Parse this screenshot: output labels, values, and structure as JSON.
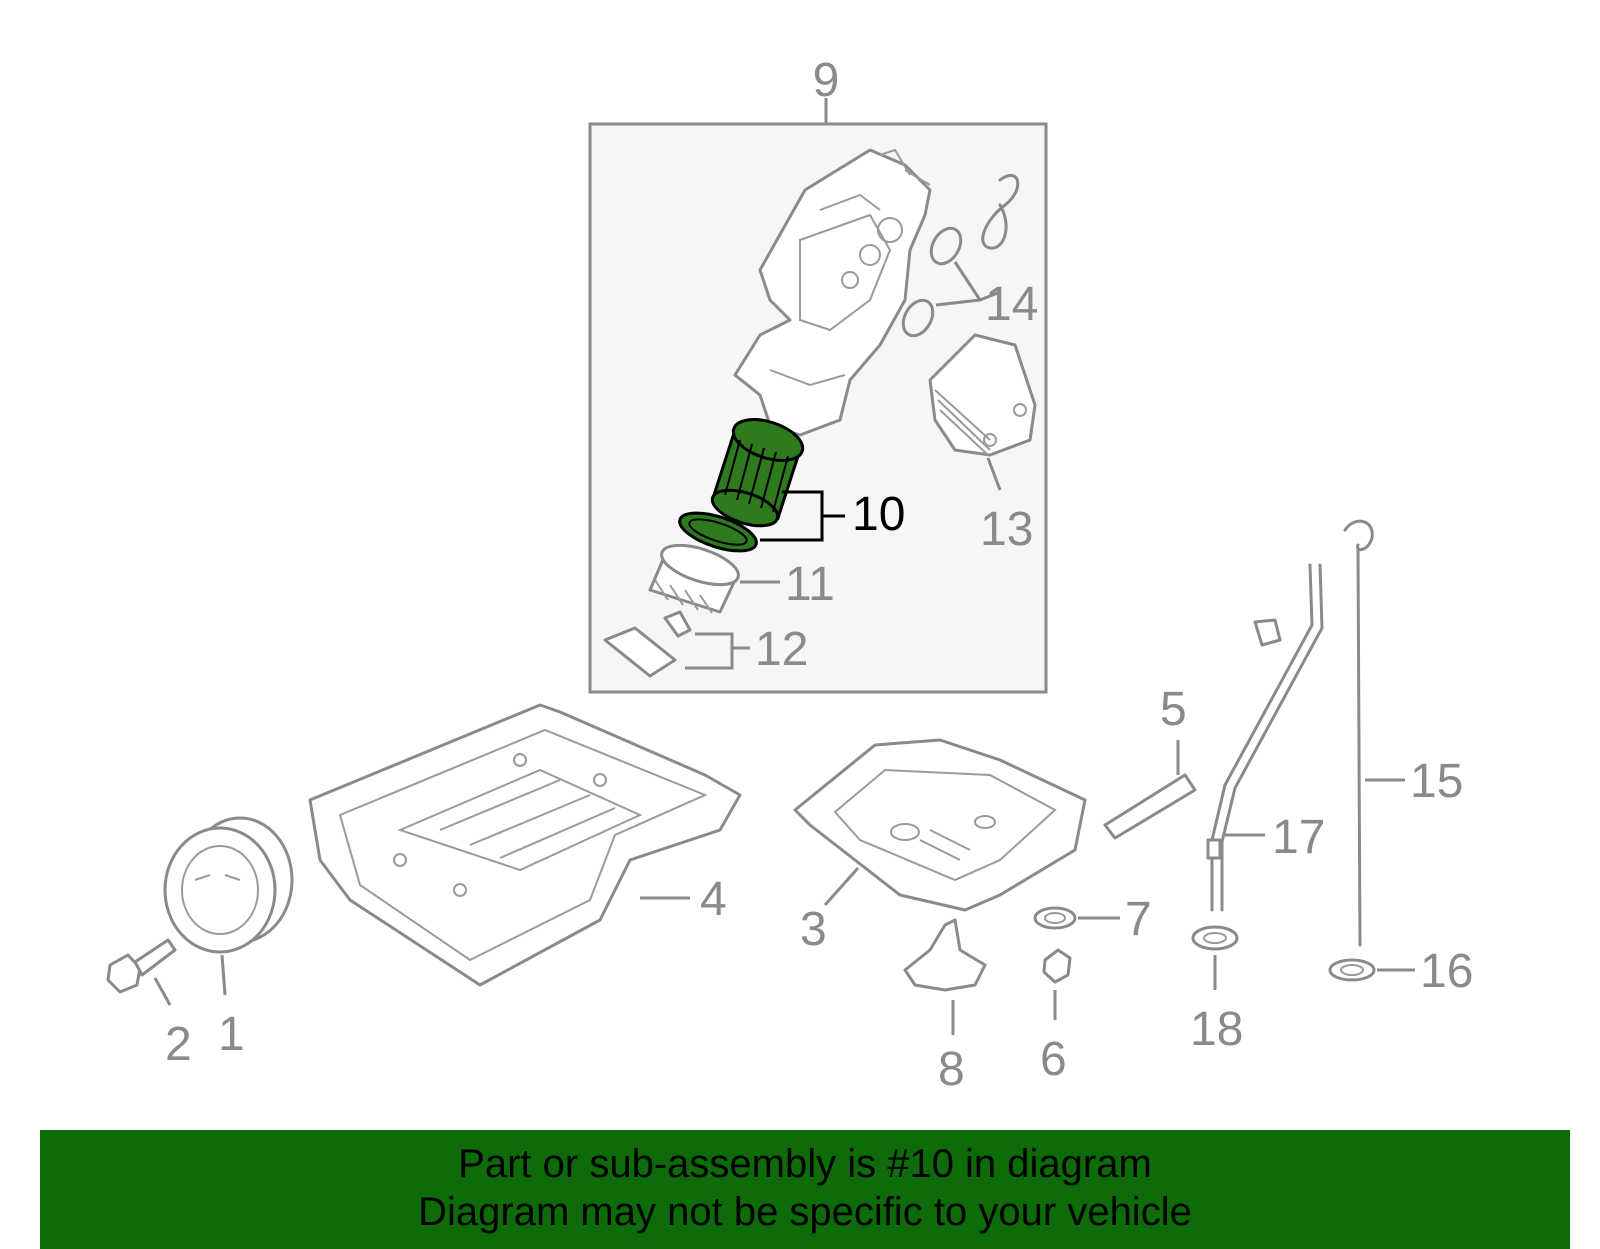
{
  "colors": {
    "line_art": "#8a8a8a",
    "highlight_fill": "#2f7a1e",
    "highlight_text": "#000000",
    "banner_bg": "#0e6b0a",
    "subassembly_box_bg": "#f6f6f6"
  },
  "diagram": {
    "highlighted_part": "10",
    "callouts": {
      "c1": "1",
      "c2": "2",
      "c3": "3",
      "c4": "4",
      "c5": "5",
      "c6": "6",
      "c7": "7",
      "c8": "8",
      "c9": "9",
      "c10": "10",
      "c11": "11",
      "c12": "12",
      "c13": "13",
      "c14": "14",
      "c15": "15",
      "c16": "16",
      "c17": "17",
      "c18": "18"
    }
  },
  "footer": {
    "line1": "Part or sub-assembly is #10 in diagram",
    "line2": "Diagram may not be specific to your vehicle"
  }
}
